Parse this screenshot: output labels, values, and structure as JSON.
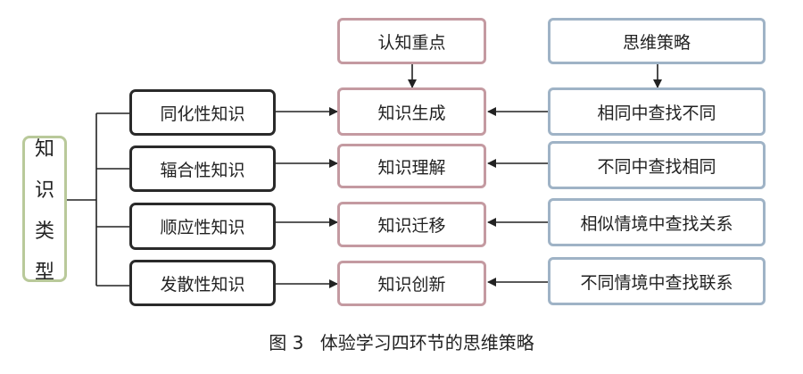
{
  "root": {
    "chars": [
      "知",
      "识",
      "类",
      "型"
    ]
  },
  "knowledge_types": [
    "同化性知识",
    "辐合性知识",
    "顺应性知识",
    "发散性知识"
  ],
  "process_header": "认知重点",
  "processes": [
    "知识生成",
    "知识理解",
    "知识迁移",
    "知识创新"
  ],
  "strategy_header": "思维策略",
  "strategies": [
    "相同中查找不同",
    "不同中查找相同",
    "相似情境中查找关系",
    "不同情境中查找联系"
  ],
  "caption": {
    "figure": "图 3",
    "title": "体验学习四环节的思维策略"
  },
  "colors": {
    "knowledge_border": "#2a2a2a",
    "process_border": "#c49aa1",
    "strategy_border": "#9fb3c6",
    "root_border": "#b9c99a"
  }
}
